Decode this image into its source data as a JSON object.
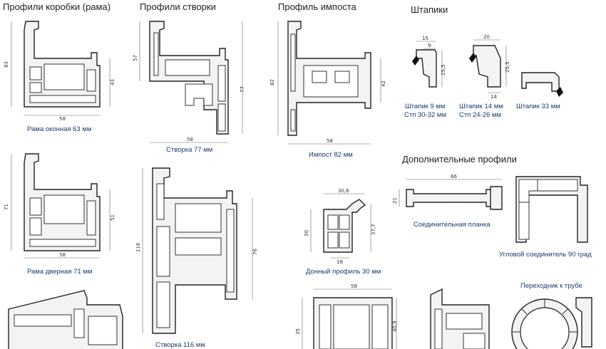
{
  "headings": {
    "frame": "Профили коробки (рама)",
    "sash": "Профили створки",
    "mullion": "Профиль импоста",
    "beads": "Штапики",
    "additional": "Дополнительные профили"
  },
  "captions": {
    "window_frame": "Рама оконная 63 мм",
    "door_frame": "Рама дверная 71 мм",
    "sash77": "Створка 77 мм",
    "sash116": "Створка 116 мм",
    "mullion82": "Импост 82 мм",
    "bead9_l1": "Штапик 9 мм",
    "bead9_l2": "Стп 30-32 мм",
    "bead14_l1": "Штапик 14 мм",
    "bead14_l2": "Стп 24-26 мм",
    "bead33": "Штапик 33 мм",
    "connector": "Соединительная планка",
    "corner": "Угловой соединитель 90 град",
    "bottom": "Донный профиль 30 мм",
    "pipe_adapter": "Переходник к трубе"
  },
  "dims": {
    "f1_h": "83",
    "f1_w": "58",
    "f1_r": "43",
    "f2_h": "71",
    "f2_w": "58",
    "f2_r": "51",
    "s1_h": "57",
    "s1_w": "58",
    "s1_r": "77",
    "s2_h": "116",
    "s2_r": "76",
    "m_h": "82",
    "m_w": "58",
    "m_r": "42",
    "b1_w": "15",
    "b1_w2": "9",
    "b1_h": "25,5",
    "b2_w": "20",
    "b2_h": "25,5",
    "b2_b": "14",
    "cp_w": "66",
    "cp_h": "21",
    "bp_w": "30,6",
    "bp_h": "30",
    "bp_r": "37,7",
    "bp_b": "18",
    "ex_w": "58",
    "ex_h": "35",
    "ex_r": "40,9"
  }
}
